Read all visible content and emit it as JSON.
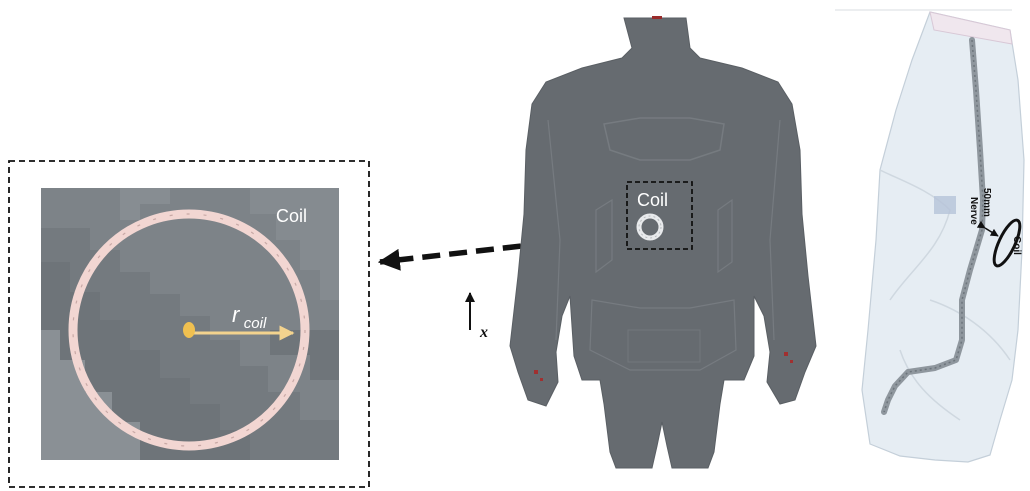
{
  "zoom_panel": {
    "coil_label": "Coil",
    "radius_symbol": "r",
    "radius_subscript": "coil"
  },
  "body_view": {
    "coil_label": "Coil",
    "axis_label": "x"
  },
  "nerve_view": {
    "distance_label": "50mm",
    "nerve_label": "Nerve",
    "coil_label": "Coil"
  },
  "colors": {
    "body_gray": "#666b70",
    "panel_gray": "#7d8388",
    "coil_ring": "#f2d6d2",
    "radius_arrow": "#f3d38e",
    "center_dot": "#f0c050",
    "dashed_frame": "#111111"
  }
}
